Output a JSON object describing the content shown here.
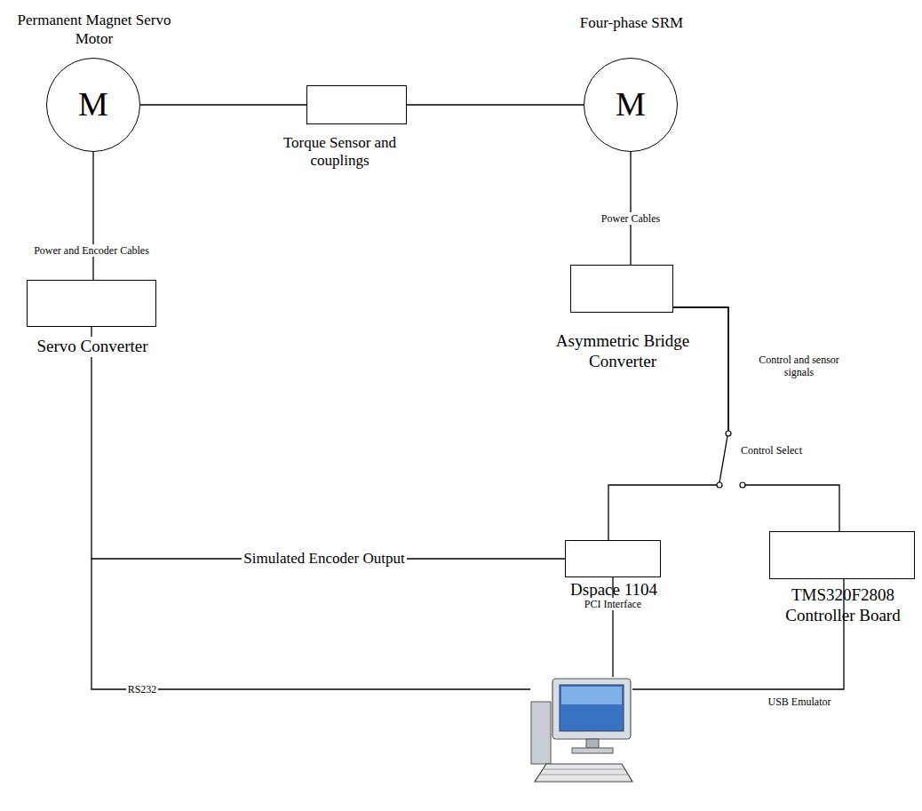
{
  "diagram": {
    "nodes": [
      {
        "text": [
          "Permanent Magnet Servo Motor",
          "M"
        ]
      },
      {
        "text": [
          "Torque Sensor and couplings"
        ]
      },
      {
        "text": [
          "Four-phase SRM",
          "M"
        ]
      },
      {
        "text": [
          "Servo Converter"
        ]
      },
      {
        "text": [
          "Asymmetric Bridge Converter"
        ]
      },
      {
        "text": [
          "Dspace 1104"
        ]
      },
      {
        "text": [
          "TMS320F2808 Controller Board"
        ]
      }
    ],
    "edges": [
      {
        "from": 0,
        "to": 1,
        "arrow": "none"
      },
      {
        "from": 1,
        "to": 2,
        "arrow": "none"
      },
      {
        "from": 0,
        "to": 3,
        "label": "Power and Encoder Cables",
        "arrow": "none"
      },
      {
        "from": 2,
        "to": 4,
        "label": "Power Cables",
        "arrow": "none"
      },
      {
        "from": 3,
        "to": 5,
        "label": "Simulated Encoder Output",
        "arrow": "none"
      },
      {
        "from": 4,
        "to": 5,
        "arrow": "none"
      },
      {
        "from": 4,
        "to": 6,
        "arrow": "none"
      }
    ],
    "labels": [
      "Control and sensor signals",
      "Control Select",
      "RS232",
      "PCI Interface",
      "USB Emulator"
    ]
  }
}
